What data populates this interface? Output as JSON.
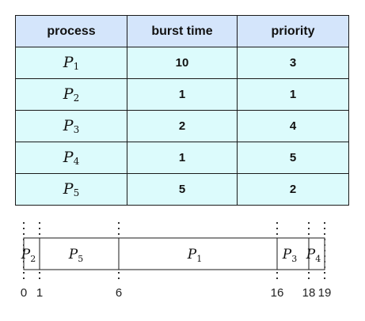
{
  "table": {
    "headers": [
      "process",
      "burst time",
      "priority"
    ],
    "rows": [
      {
        "name": "P",
        "sub": "1",
        "burst": "10",
        "priority": "3"
      },
      {
        "name": "P",
        "sub": "2",
        "burst": "1",
        "priority": "1"
      },
      {
        "name": "P",
        "sub": "3",
        "burst": "2",
        "priority": "4"
      },
      {
        "name": "P",
        "sub": "4",
        "burst": "1",
        "priority": "5"
      },
      {
        "name": "P",
        "sub": "5",
        "burst": "5",
        "priority": "2"
      }
    ]
  },
  "gantt": {
    "segments": [
      {
        "name": "P",
        "sub": "2",
        "start": 0,
        "end": 1
      },
      {
        "name": "P",
        "sub": "5",
        "start": 1,
        "end": 6
      },
      {
        "name": "P",
        "sub": "1",
        "start": 6,
        "end": 16
      },
      {
        "name": "P",
        "sub": "3",
        "start": 16,
        "end": 18
      },
      {
        "name": "P",
        "sub": "4",
        "start": 18,
        "end": 19
      }
    ],
    "ticks": [
      "0",
      "1",
      "6",
      "16",
      "18",
      "19"
    ]
  }
}
